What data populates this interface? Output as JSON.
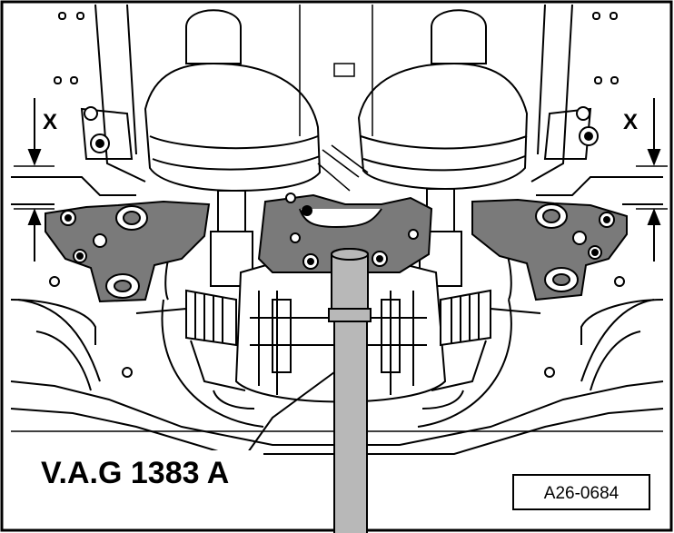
{
  "figure": {
    "tool_label": "V.A.G 1383 A",
    "left_marker": "X",
    "right_marker": "X",
    "reference_code": "A26-0684",
    "colors": {
      "outline": "#000000",
      "bracket_fill": "#7a7a7a",
      "tool_fill": "#b8b8b8",
      "background": "#ffffff"
    }
  }
}
